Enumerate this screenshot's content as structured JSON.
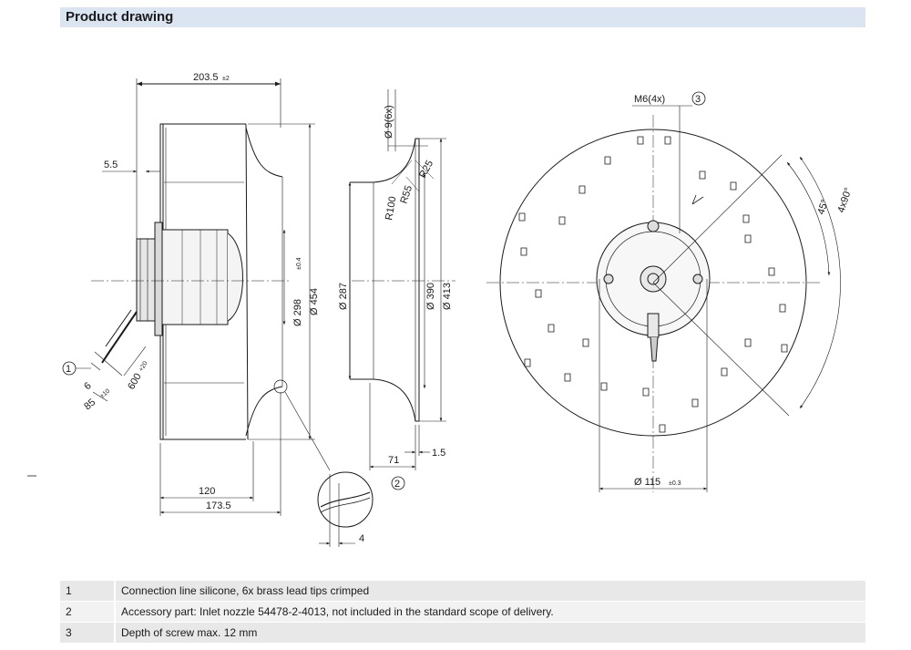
{
  "header": {
    "title": "Product drawing"
  },
  "dimensions": {
    "overall_width": "203.5",
    "overall_width_tol": "±2",
    "offset": "5.5",
    "hole": "Ø 9(6x)",
    "r25": "R25",
    "r55": "R55",
    "r100": "R100",
    "d298": "Ø 298",
    "d298_tol": "±0.4",
    "d454": "Ø 454",
    "d287": "Ø 287",
    "d390": "Ø 390",
    "d413": "Ø 413",
    "cable_6": "6",
    "cable_85": "85",
    "cable_85_tol": "±10",
    "cable_600": "600",
    "cable_600_tol": "+20",
    "d120": "120",
    "d173": "173.5",
    "d71": "71",
    "d15": "1.5",
    "d4": "4",
    "m6": "M6(4x)",
    "angle45": "45°",
    "angle4x90": "4x90°",
    "d115": "Ø 115",
    "d115_tol": "±0.3",
    "callout1": "1",
    "callout2": "2",
    "callout3": "3"
  },
  "notes": [
    {
      "num": "1",
      "text": "Connection line silicone, 6x brass lead tips crimped"
    },
    {
      "num": "2",
      "text": "Accessory part: Inlet nozzle 54478-2-4013, not included in the standard scope of delivery."
    },
    {
      "num": "3",
      "text": "Depth of screw max. 12 mm"
    }
  ]
}
